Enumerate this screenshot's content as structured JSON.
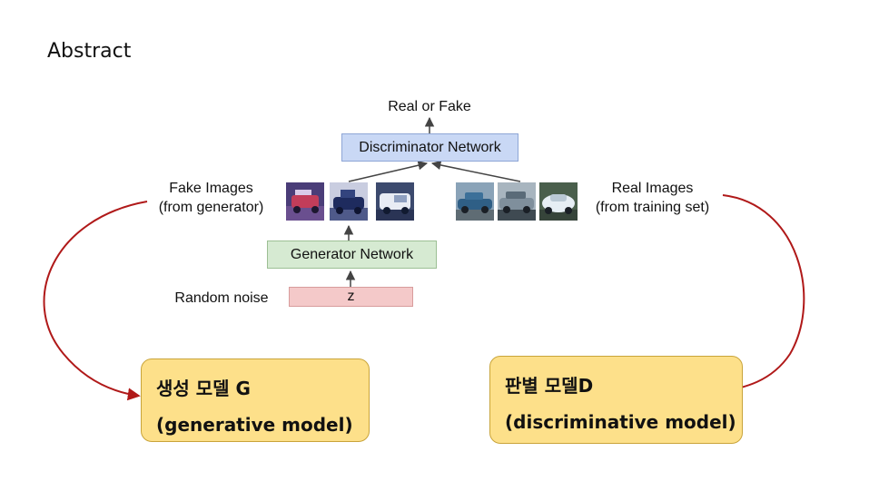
{
  "slide": {
    "title": "Abstract"
  },
  "diagram": {
    "output_label": "Real or Fake",
    "discriminator_label": "Discriminator Network",
    "generator_label": "Generator Network",
    "noise_label": "Random noise",
    "noise_box": "z",
    "fake_images_label": [
      "Fake Images",
      "(from generator)"
    ],
    "real_images_label": [
      "Real Images",
      "(from training set)"
    ]
  },
  "callouts": {
    "generator": [
      "생성 모델 G",
      "(generative model)"
    ],
    "discriminator": [
      "판별 모델D",
      "(discriminative model)"
    ]
  },
  "colors": {
    "arrow_red": "#b01919",
    "discriminator_fill": "#c9d8f5",
    "generator_fill": "#d6ead2",
    "noise_fill": "#f4c9c9",
    "callout_fill": "#fde08a"
  }
}
